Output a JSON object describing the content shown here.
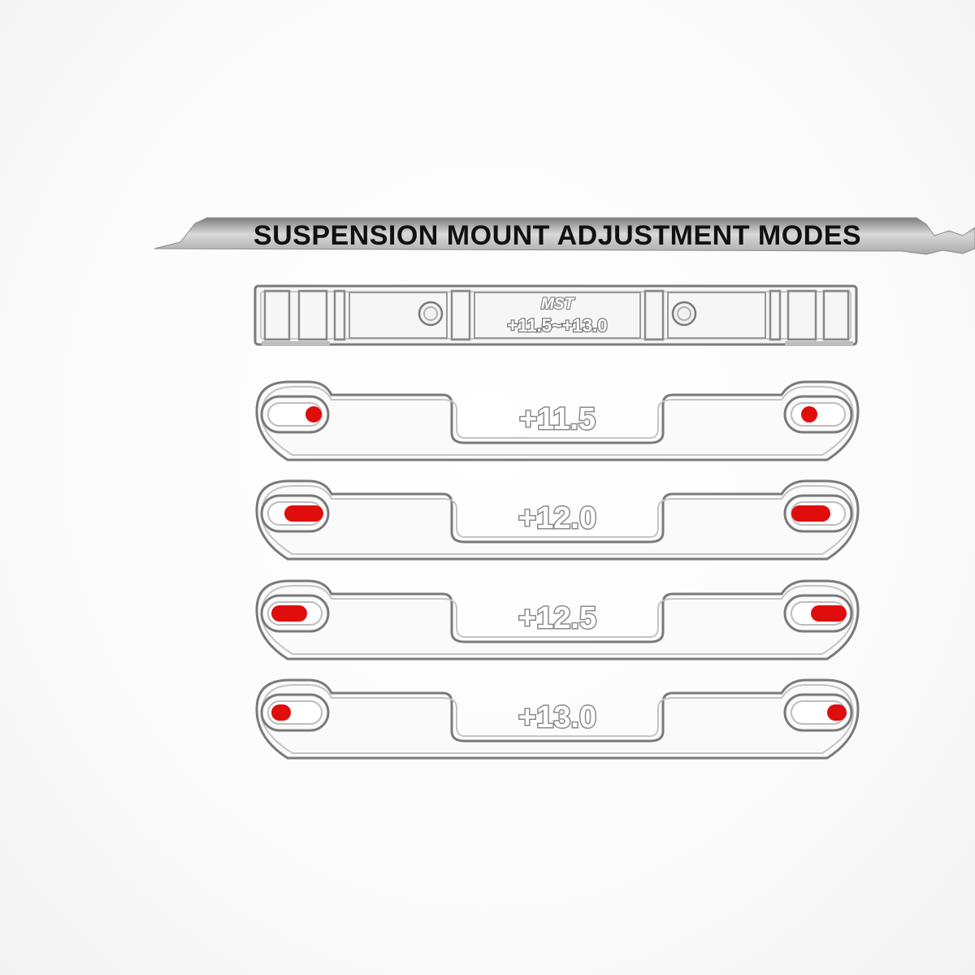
{
  "title": "SUSPENSION MOUNT ADJUSTMENT MODES",
  "top_part": {
    "brand": "MST",
    "range": "+11.5~+13.0"
  },
  "modes": [
    {
      "label": "+11.5",
      "left_position": "outer-end",
      "right_position": "outer-end"
    },
    {
      "label": "+12.0",
      "left_position": "center",
      "right_position": "center"
    },
    {
      "label": "+12.5",
      "left_position": "inner-end",
      "right_position": "inner-end"
    },
    {
      "label": "+13.0",
      "left_position": "inner-end-small",
      "right_position": "inner-end-small"
    }
  ],
  "colors": {
    "accent": "#e00d0d",
    "banner": "#9a9a9a",
    "title": "#111111",
    "outline": "#7a7a7a"
  }
}
